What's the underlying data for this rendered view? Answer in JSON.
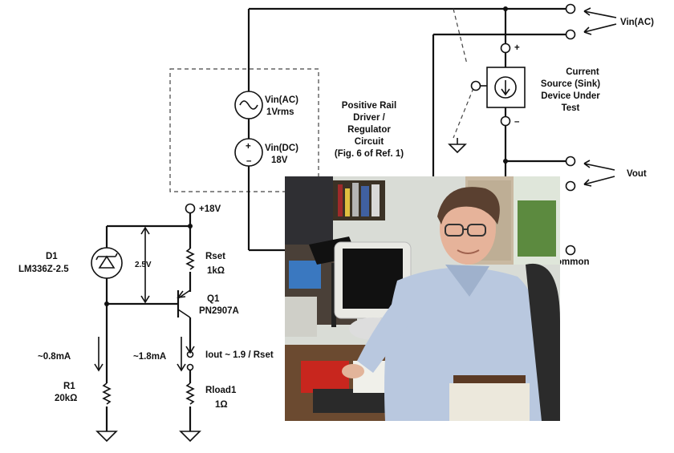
{
  "labels": {
    "vin_ac_top": "Vin(AC)",
    "vin_ac_src_name": "Vin(AC)",
    "vin_ac_src_value": "1Vrms",
    "vin_dc_name": "Vin(DC)",
    "vin_dc_value": "18V",
    "driver_line1": "Positive Rail",
    "driver_line2": "Driver /",
    "driver_line3": "Regulator",
    "driver_line4": "Circuit",
    "driver_line5": "(Fig. 6 of Ref. 1)",
    "cs_line1": "Current",
    "cs_line2": "Source (Sink)",
    "cs_line3": "Device Under",
    "cs_line4": "Test",
    "plus_sign": "+",
    "minus_sign": "–",
    "src_plus": "+",
    "src_minus": "–",
    "vout": "Vout",
    "common": "ommon",
    "plus18": "+18V",
    "d1_name": "D1",
    "d1_part": "LM336Z-2.5",
    "v25": "2.5V",
    "rset_name": "Rset",
    "rset_value": "1kΩ",
    "q1_name": "Q1",
    "q1_part": "PN2907A",
    "i_r1": "~0.8mA",
    "i_load": "~1.8mA",
    "iout": "Iout  ~ 1.9 / Rset",
    "r1_name": "R1",
    "r1_value": "20kΩ",
    "rload_name": "Rload1",
    "rload_value": "1Ω"
  },
  "photo": {
    "description_icon": "person-at-computer-photo"
  }
}
